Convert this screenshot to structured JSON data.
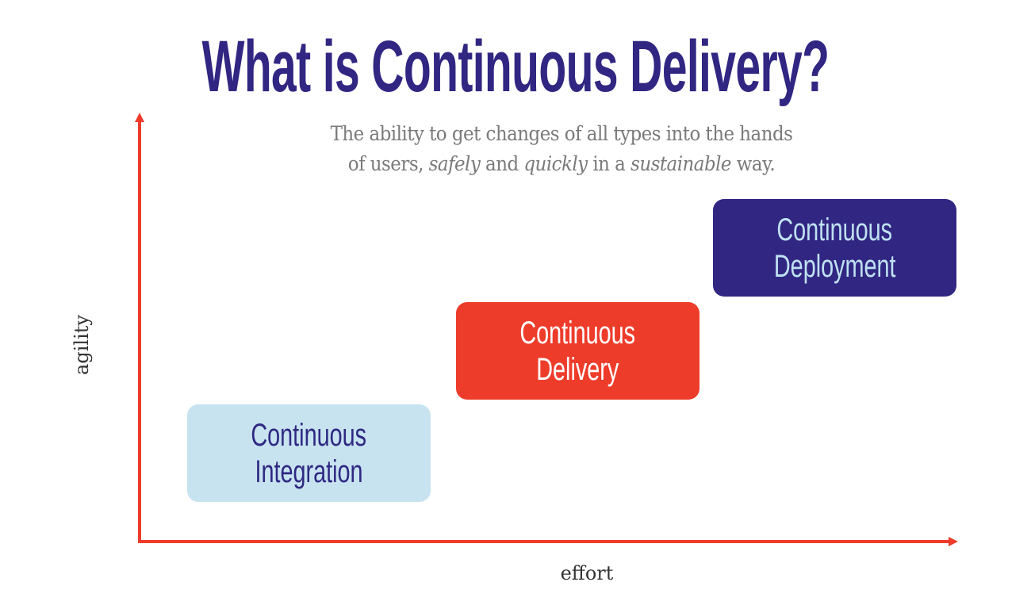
{
  "title": "What is Continuous Delivery?",
  "subtitle": {
    "line1": "The ability to get changes of all types into the hands",
    "line2_parts": [
      "of users, ",
      "safely",
      " and ",
      "quickly",
      " in a ",
      "sustainable",
      " way."
    ]
  },
  "axes": {
    "y_label": "agility",
    "x_label": "effort"
  },
  "boxes": [
    {
      "id": "ci",
      "line1": "Continuous",
      "line2": "Integration"
    },
    {
      "id": "cd",
      "line1": "Continuous",
      "line2": "Delivery"
    },
    {
      "id": "cdeploy",
      "line1": "Continuous",
      "line2": "Deployment"
    }
  ],
  "colors": {
    "title": "#312682",
    "subtitle": "#7a7a7a",
    "axis": "#ee3c2b",
    "axis_label": "#333333",
    "ci_bg": "#c7e3f0",
    "ci_text": "#2f2882",
    "cd_bg": "#ee3c2b",
    "cd_text": "#ffffff",
    "cdeploy_bg": "#312682",
    "cdeploy_text": "#bfe2f2"
  }
}
